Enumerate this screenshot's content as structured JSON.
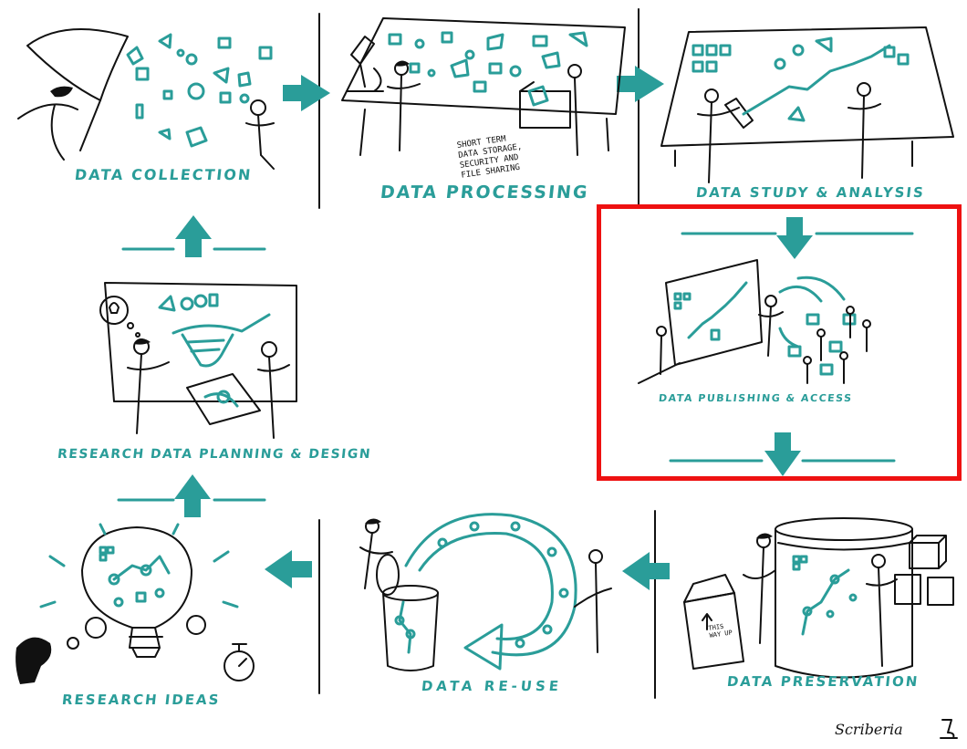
{
  "stages": {
    "collection": "DATA COLLECTION",
    "processing": "DATA PROCESSING",
    "processing_note": "SHORT TERM\nDATA STORAGE,\nSECURITY AND\nFILE SHARING",
    "analysis": "DATA STUDY & ANALYSIS",
    "publishing": "DATA PUBLISHING & ACCESS",
    "preservation": "DATA PRESERVATION",
    "reuse": "DATA RE-USE",
    "ideas": "RESEARCH IDEAS",
    "planning": "RESEARCH DATA PLANNING & DESIGN"
  },
  "box_label": "THIS WAY UP",
  "signature": "Scriberia",
  "colors": {
    "accent": "#2a9d99",
    "ink": "#111111",
    "highlight": "#ee1111"
  },
  "icons": [
    "butterfly-net-icon",
    "microscope-icon",
    "telescope-icon",
    "lightbulb-icon",
    "stopwatch-icon",
    "jar-icon",
    "box-icon",
    "flow-arrow-icon"
  ]
}
